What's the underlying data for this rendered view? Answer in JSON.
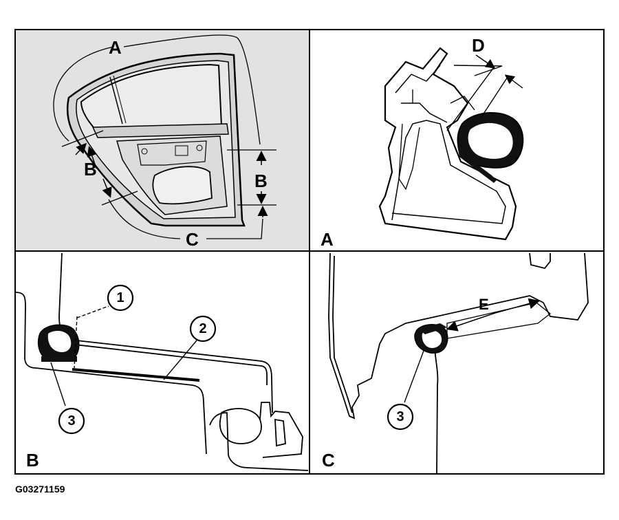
{
  "figure_id": "G03271159",
  "panels": {
    "overview": {
      "labels": {
        "a": "A",
        "b_left": "B",
        "b_right": "B",
        "c": "C"
      }
    },
    "section_a": {
      "caption": "A",
      "dimension": "D"
    },
    "section_b": {
      "caption": "B",
      "callouts": [
        "1",
        "2",
        "3"
      ]
    },
    "section_c": {
      "caption": "C",
      "dimension": "E",
      "callouts": [
        "3"
      ]
    }
  },
  "colors": {
    "overview_background": "#e2e2e2",
    "line": "#000000",
    "seal": "#111111"
  }
}
